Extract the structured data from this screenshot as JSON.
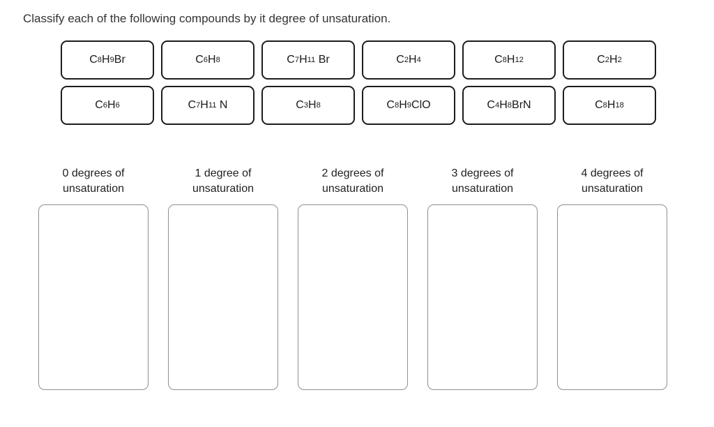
{
  "title": "Classify each of the following compounds by it degree of unsaturation.",
  "chips": {
    "items": [
      {
        "formula": "C8H9Br"
      },
      {
        "formula": "C6H8"
      },
      {
        "formula": "C7H11 Br"
      },
      {
        "formula": "C2H4"
      },
      {
        "formula": "C8H12"
      },
      {
        "formula": "C2H2"
      },
      {
        "formula": "C6H6"
      },
      {
        "formula": "C7H11 N"
      },
      {
        "formula": "C3H8"
      },
      {
        "formula": "C8H9ClO"
      },
      {
        "formula": "C4H8BrN"
      },
      {
        "formula": "C8H18"
      }
    ]
  },
  "bins": {
    "items": [
      {
        "line1": "0 degrees of",
        "line2": "unsaturation"
      },
      {
        "line1": "1 degree of",
        "line2": "unsaturation"
      },
      {
        "line1": "2 degrees of",
        "line2": "unsaturation"
      },
      {
        "line1": "3 degrees of",
        "line2": "unsaturation"
      },
      {
        "line1": "4 degrees of",
        "line2": "unsaturation"
      }
    ]
  },
  "colors": {
    "background": "#ffffff",
    "chip_border": "#1c1c1c",
    "drop_zone_border": "#8f8f8f",
    "text": "#2d2d2d"
  }
}
